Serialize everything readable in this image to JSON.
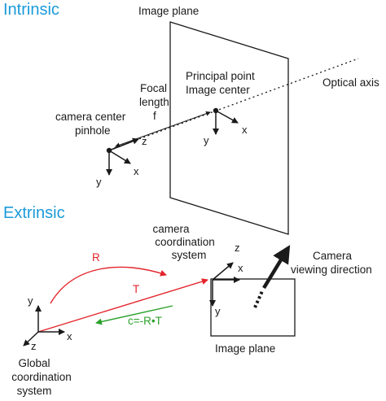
{
  "intrinsic": {
    "title": "Intrinsic",
    "image_plane_label": "Image plane",
    "principal_point_label": [
      "Principal point",
      "Image center"
    ],
    "optical_axis_label": "Optical axis",
    "focal_length_label": [
      "Focal",
      "length",
      "f"
    ],
    "camera_center_label": [
      "camera center",
      "pinhole"
    ],
    "camera_axes": {
      "x": "x",
      "y": "y",
      "z": "z"
    },
    "image_axes": {
      "x": "x",
      "y": "y"
    }
  },
  "extrinsic": {
    "title": "Extrinsic",
    "camera_system_label": [
      "camera",
      "coordination",
      "system"
    ],
    "camera_axes": {
      "x": "x",
      "y": "y",
      "z": "z"
    },
    "viewing_direction_label": [
      "Camera",
      "viewing direction"
    ],
    "rotation_label": "R",
    "translation_label": "T",
    "center_equation": "c=-R•T",
    "image_plane_label": "Image plane",
    "global_system_label": [
      "Global",
      "coordination",
      "system"
    ],
    "global_axes": {
      "x": "x",
      "y": "y",
      "z": "z"
    }
  },
  "colors": {
    "title": "#1a9ad9",
    "rotation": "#e3242b",
    "translation": "#e3242b",
    "camera_center_vector": "#2aa12a",
    "lines": "#1a1a1a"
  }
}
